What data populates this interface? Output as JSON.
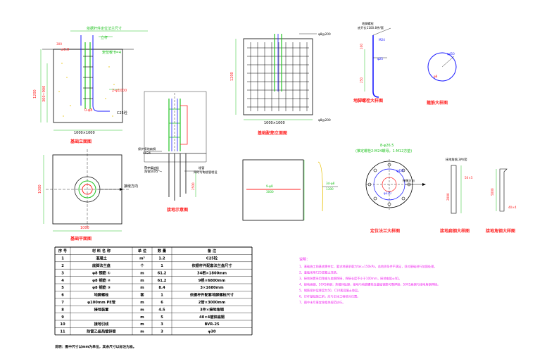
{
  "colors": {
    "green": "#22c322",
    "red": "#ff2222",
    "magenta": "#ee22ee",
    "black": "#000000",
    "blue": "#1a1aff"
  },
  "elevation_view": {
    "title": "基础立面图",
    "label_top": "依据杆件定位法兰尺寸",
    "label_pole": "立杆",
    "label_rebar_pos": "定位板 δ=4",
    "label_rebar": "2-φ1000",
    "label_concrete": "C25砼",
    "dim_bottom": "1000×1000",
    "dim_left_a": "1200",
    "dim_left_b": "300~900",
    "dim_top": "300",
    "dim_elev": "±0.0",
    "label_inner": "0-φ8"
  },
  "plan_view": {
    "title": "基础平面图",
    "label_dir": "接缝方向",
    "dim_left": "1000",
    "dim_bottom": "1000"
  },
  "ground_view": {
    "title": "接地示意图",
    "label_wire": "保护接地扁钢",
    "label_wire2": "4X24",
    "label_rod": "保护接地极",
    "label_rod2": "角钢50X5",
    "label_pipe": "埋管",
    "label_pipe2": "同时与电缆管埋设",
    "dim": "2500"
  },
  "rebar_view": {
    "title": "基础配筋立面图",
    "tag_top": "φ8@200",
    "tag_bottom": "φ8@200",
    "dim_left": "1200",
    "dim_bottom": "1000×1000"
  },
  "bolt_view": {
    "title": "地脚螺栓大样图",
    "label_a": "地脚螺栓",
    "label_b": "底开长1100.8件/套",
    "label_c": "M24",
    "label_d": "φ25",
    "label_e": "100",
    "label_f": "250"
  },
  "bar_view": {
    "title": "箍筋大样图",
    "label_a": "φ450",
    "label_b": "φ8"
  },
  "hoop_view": {
    "label_a": "9-φ8",
    "label_b": "3000",
    "label_c": "3d-φ8",
    "label_d": "1300"
  },
  "flange_view": {
    "title": "定位法兰大样图",
    "label_a": "8-φ26.5",
    "label_b": "(锥定螺栓2-M24螺母，1-M12方垫)",
    "label_c": "φ450",
    "label_d": "接缝方向",
    "label_e": "φ320"
  },
  "flatsteel_view": {
    "title": "接地扁钢大样图",
    "label_a": "接地角钢,3件/套",
    "label_b": "50×5",
    "label_c": "2000"
  },
  "anglesteel_view": {
    "title": "接地角钢大样图",
    "label_a": "40×4",
    "label_b": "5000"
  },
  "table": {
    "headers": [
      "序 号",
      "材 料 名 称",
      "单 位",
      "数 量",
      "备 注"
    ],
    "rows": [
      [
        "1",
        "混凝土",
        "m³",
        "1.2",
        "C25砼"
      ],
      [
        "2",
        "底脚法兰盘",
        "个",
        "1",
        "依据杆件配套法兰盘尺寸"
      ],
      [
        "3",
        "φ8  钢筋 ①",
        "m",
        "61.2",
        "34根×1800mm"
      ],
      [
        "4",
        "φ8  钢筋 ②",
        "m",
        "61.2",
        "9根×6800mm"
      ],
      [
        "5",
        "φ8  钢筋 ③",
        "m",
        "8.4",
        "3×1680mm"
      ],
      [
        "6",
        "地脚螺栓",
        "套",
        "1",
        "依据杆件配套地脚螺栓尺寸"
      ],
      [
        "7",
        "φ100mm PE管",
        "m",
        "6",
        "2管×3000mm"
      ],
      [
        "8",
        "接地装置",
        "m",
        "4.5",
        "3件×接地角钢"
      ],
      [
        "9",
        "",
        "m",
        "5",
        "40×4镀锌扁钢"
      ],
      [
        "10",
        "接地引线",
        "m",
        "3",
        "BVR-25"
      ],
      [
        "11",
        "防雷乙级热镀锌管",
        "m",
        "3",
        "φ30"
      ]
    ],
    "footnote": "说明：图中尺寸以mm为单位，其余尺寸以标注为准。"
  },
  "notes": {
    "heading": "说明：",
    "items": [
      "1、基础施工前基底需夯实，要求地基承载力fak=150kPa，若地质条件不满足，须对基础进行加固处理。",
      "2、基础采用C25混凝土浇筑。",
      "3、接地装置采用角钢与扁钢焊接，焊接长度不小于100mm，接地电阻≤4Ω。",
      "4、接地扁钢、50X5角钢：热镀锌处理，接地与地脚螺栓及基础钢筋可靠焊接，50X5扁钢与接地角钢焊接。",
      "5、钢筋保护层厚度为50，C10素混凝土垫层。",
      "6、灯杆基础施工前，应与主体工程核对位置。",
      "7、图中未尽事宜按相关规范执行。"
    ]
  }
}
